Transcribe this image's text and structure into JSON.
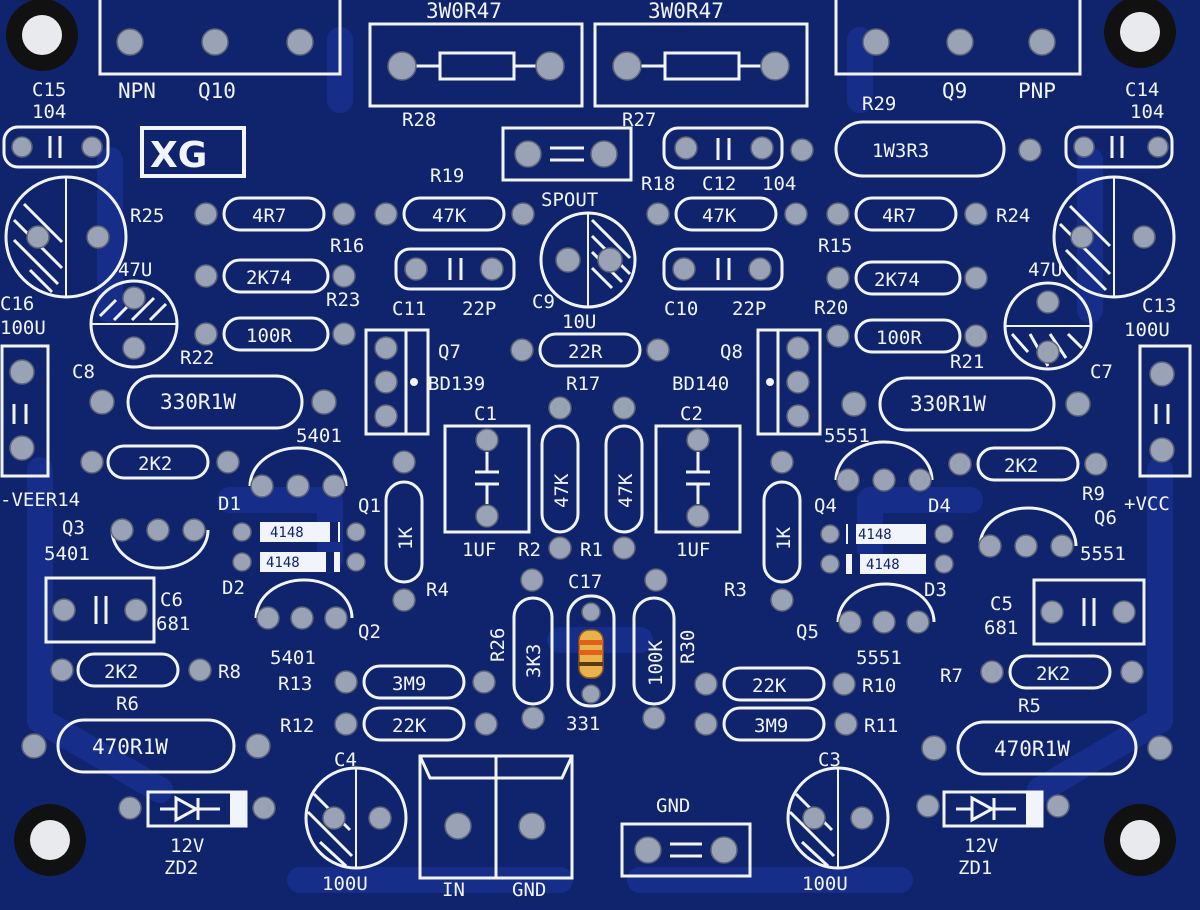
{
  "board": {
    "brand": "XG",
    "colors": {
      "soldermask": "#10246e",
      "silkscreen": "#f2f4fb",
      "pad": "#9aa3b6"
    },
    "labels": {
      "r28_value": "3W0R47",
      "r27_value": "3W0R47",
      "npn": "NPN",
      "q10": "Q10",
      "q9": "Q9",
      "pnp": "PNP",
      "r28": "R28",
      "r27": "R27",
      "r29": "R29",
      "r29_value": "1W3R3",
      "c15": "C15",
      "c15_value": "104",
      "c14": "C14",
      "c14_value": "104",
      "spout": "SPOUT",
      "c9_value": "10U",
      "c9": "C9",
      "r19": "R19",
      "r19_value": "47K",
      "r18": "R18",
      "r18_value": "47K",
      "c12": "C12",
      "c12_value": "104",
      "r25": "R25",
      "r25_value": "4R7",
      "r24": "R24",
      "r24_value": "4R7",
      "r16": "R16",
      "r16_value": "2K74",
      "r15": "R15",
      "r15_value": "2K74",
      "c8_value": "47U",
      "c7_value": "47U",
      "r23": "R23",
      "r23_value": "100R",
      "r20": "R20",
      "r20_value": "100R",
      "c11": "C11",
      "c11_value": "22P",
      "c10": "C10",
      "c10_value": "22P",
      "c16": "C16",
      "c16_value": "100U",
      "c13": "C13",
      "c13_value": "100U",
      "c8": "C8",
      "c7": "C7",
      "r22": "R22",
      "r22_value": "330R1W",
      "r21": "R21",
      "r21_value": "330R1W",
      "q7": "Q7",
      "q7_value": "BD139",
      "q8": "Q8",
      "q8_value": "BD140",
      "r17": "R17",
      "r17_value": "22R",
      "c1": "C1",
      "c1_value": "1UF",
      "c2": "C2",
      "c2_value": "1UF",
      "r2_value": "47K",
      "r1_value": "47K",
      "r2": "R2",
      "r1": "R1",
      "q1_type": "5401",
      "q4_type": "5551",
      "veer14": "-VEER14",
      "vcc": "+VCC",
      "r14_value": "2K2",
      "r9": "R9",
      "r9_value": "2K2",
      "q3": "Q3",
      "q3_type": "5401",
      "q6": "Q6",
      "q6_type": "5551",
      "d1": "D1",
      "d1_value": "4148",
      "d2": "D2",
      "d2_value": "4148",
      "d4": "D4",
      "d4_value": "4148",
      "d3": "D3",
      "d3_value": "4148",
      "q1": "Q1",
      "q4": "Q4",
      "r4": "R4",
      "r4_value": "1K",
      "r3": "R3",
      "r3_value": "1K",
      "c6": "C6",
      "c6_value": "681",
      "c5": "C5",
      "c5_value": "681",
      "q2": "Q2",
      "q2_type": "5401",
      "q5": "Q5",
      "q5_type": "5551",
      "c17": "C17",
      "c17_value": "331",
      "r26": "R26",
      "r26_value": "3K3",
      "r30": "R30",
      "r30_value": "100K",
      "r8": "R8",
      "r8_value": "2K2",
      "r7": "R7",
      "r7_value": "2K2",
      "r13": "R13",
      "r13_value": "3M9",
      "r10": "R10",
      "r10_value": "22K",
      "r12": "R12",
      "r12_value": "22K",
      "r11": "R11",
      "r11_value": "3M9",
      "r6": "R6",
      "r6_value": "470R1W",
      "r5": "R5",
      "r5_value": "470R1W",
      "c4": "C4",
      "c4_value": "100U",
      "c3": "C3",
      "c3_value": "100U",
      "zd2": "ZD2",
      "zd2_value": "12V",
      "zd1": "ZD1",
      "zd1_value": "12V",
      "in": "IN",
      "gnd_conn": "GND",
      "gnd": "GND"
    }
  }
}
